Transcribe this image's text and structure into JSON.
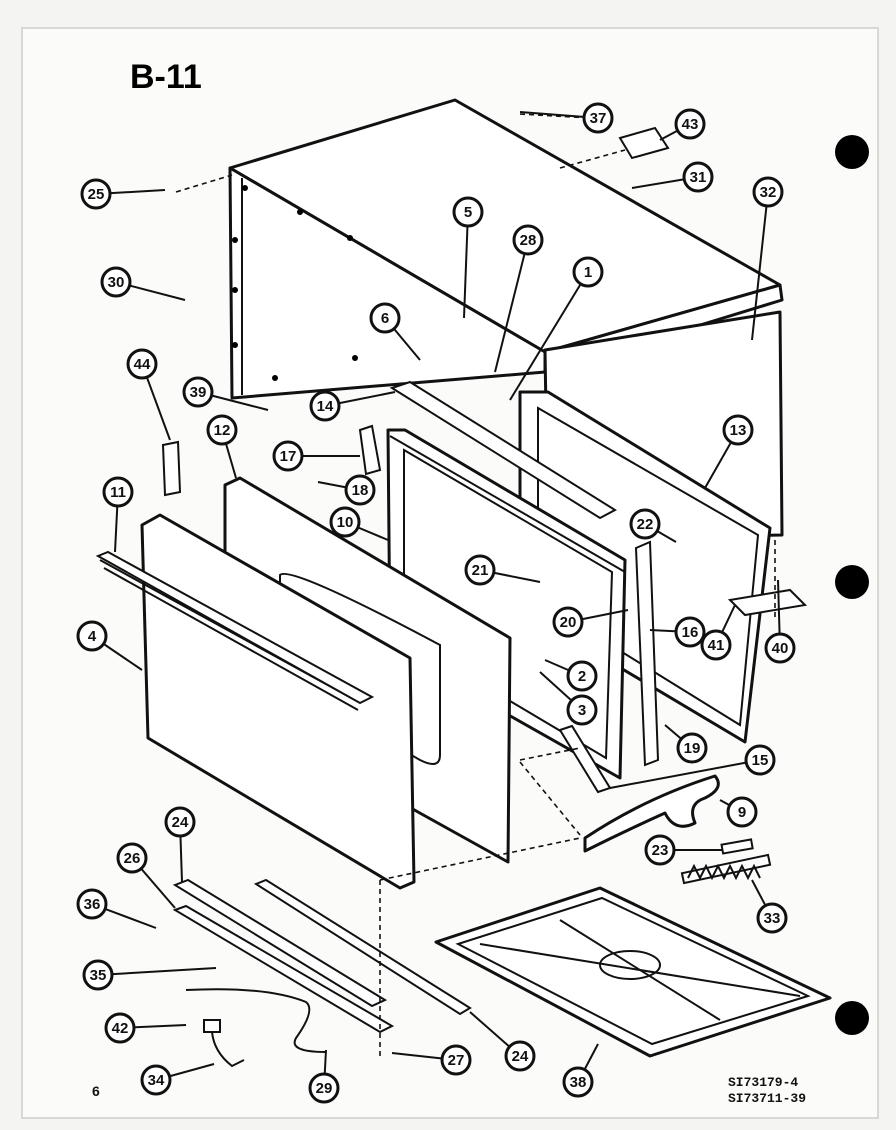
{
  "title": "B-11",
  "page_number": "6",
  "model_codes": [
    "SI73179-4",
    "SI73711-39"
  ],
  "callouts": [
    {
      "label": "37"
    },
    {
      "label": "43"
    },
    {
      "label": "31"
    },
    {
      "label": "32"
    },
    {
      "label": "25"
    },
    {
      "label": "5"
    },
    {
      "label": "28"
    },
    {
      "label": "1"
    },
    {
      "label": "30"
    },
    {
      "label": "6"
    },
    {
      "label": "39"
    },
    {
      "label": "14"
    },
    {
      "label": "44"
    },
    {
      "label": "12"
    },
    {
      "label": "17"
    },
    {
      "label": "13"
    },
    {
      "label": "18"
    },
    {
      "label": "11"
    },
    {
      "label": "10"
    },
    {
      "label": "22"
    },
    {
      "label": "21"
    },
    {
      "label": "4"
    },
    {
      "label": "20"
    },
    {
      "label": "16"
    },
    {
      "label": "41"
    },
    {
      "label": "40"
    },
    {
      "label": "2"
    },
    {
      "label": "3"
    },
    {
      "label": "19"
    },
    {
      "label": "15"
    },
    {
      "label": "9"
    },
    {
      "label": "23"
    },
    {
      "label": "24"
    },
    {
      "label": "26"
    },
    {
      "label": "33"
    },
    {
      "label": "36"
    },
    {
      "label": "35"
    },
    {
      "label": "42"
    },
    {
      "label": "24"
    },
    {
      "label": "27"
    },
    {
      "label": "34"
    },
    {
      "label": "29"
    },
    {
      "label": "38"
    }
  ]
}
